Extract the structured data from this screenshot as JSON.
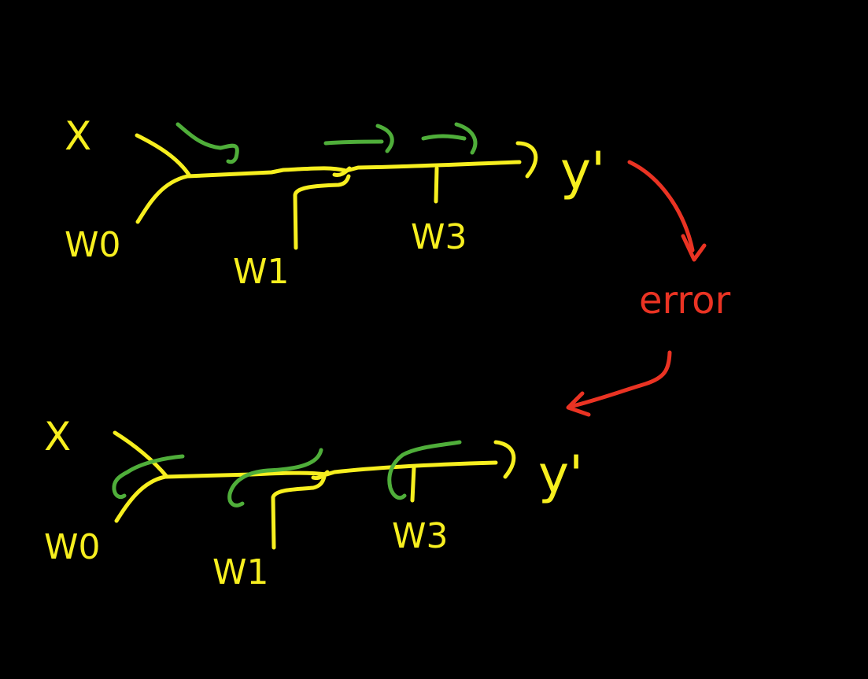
{
  "colors": {
    "background": "#000000",
    "forward": "#f7ef1f",
    "gradient": "#4fae3a",
    "error": "#ea3323"
  },
  "forward_pass": {
    "input_label": "X",
    "output_label": "y'",
    "weights": [
      "W0",
      "W1",
      "W3"
    ]
  },
  "error_label": "error",
  "backward_pass": {
    "input_label": "X",
    "output_label": "y'",
    "weights": [
      "W0",
      "W1",
      "W3"
    ]
  }
}
